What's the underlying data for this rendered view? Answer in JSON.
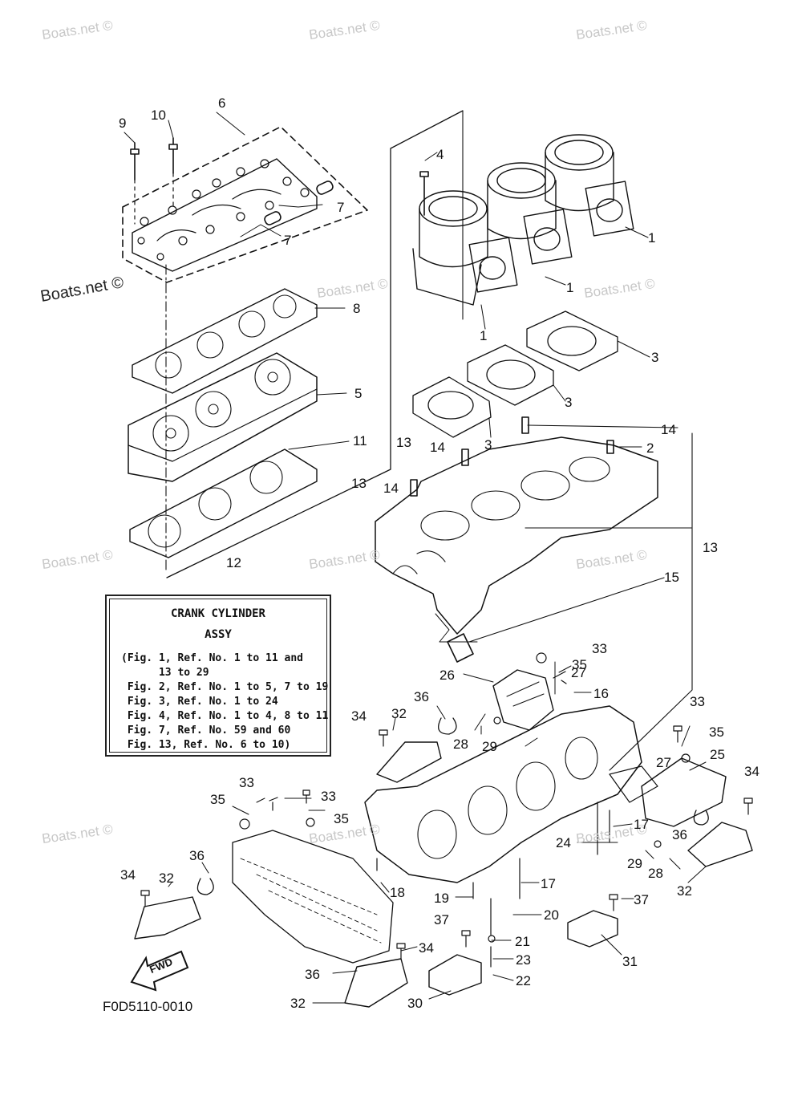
{
  "watermark": "Boats.net ©",
  "note": {
    "title": "CRANK CYLINDER",
    "subtitle": "ASSY",
    "lines": [
      "(Fig. 1, Ref. No. 1 to 11 and",
      "      13 to 29",
      " Fig. 2, Ref. No. 1 to 5, 7 to 19",
      " Fig. 3, Ref. No. 1 to 24",
      " Fig. 4, Ref. No. 1 to 4, 8 to 11",
      " Fig. 7, Ref. No. 59 and 60",
      " Fig. 13, Ref. No. 6 to 10)"
    ]
  },
  "figure_code": "F0D5110-0010",
  "fwd_label": "FWD",
  "callouts": [
    "1",
    "2",
    "3",
    "4",
    "5",
    "6",
    "7",
    "8",
    "9",
    "10",
    "11",
    "12",
    "13",
    "14",
    "15",
    "16",
    "17",
    "18",
    "19",
    "20",
    "21",
    "22",
    "23",
    "24",
    "25",
    "26",
    "27",
    "28",
    "29",
    "30",
    "31",
    "32",
    "33",
    "34",
    "35",
    "36",
    "37"
  ]
}
